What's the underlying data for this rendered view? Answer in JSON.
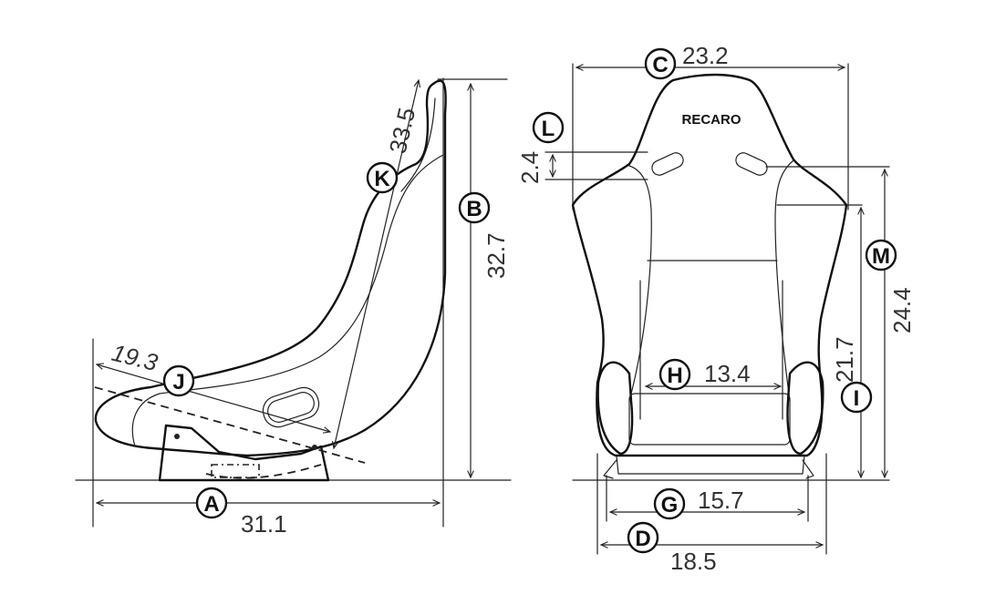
{
  "brand": "RECARO",
  "side_view": {
    "A": {
      "letter": "A",
      "value": "31.1"
    },
    "B": {
      "letter": "B",
      "value": "32.7"
    },
    "J": {
      "letter": "J",
      "value": "19.3"
    },
    "K": {
      "letter": "K",
      "value": "33.5"
    }
  },
  "front_view": {
    "C": {
      "letter": "C",
      "value": "23.2"
    },
    "L": {
      "letter": "L",
      "value": "2.4"
    },
    "M": {
      "letter": "M",
      "value": "24.4"
    },
    "H": {
      "letter": "H",
      "value": "13.4"
    },
    "I": {
      "letter": "I",
      "value": "21.7"
    },
    "G": {
      "letter": "G",
      "value": "15.7"
    },
    "D": {
      "letter": "D",
      "value": "18.5"
    }
  }
}
